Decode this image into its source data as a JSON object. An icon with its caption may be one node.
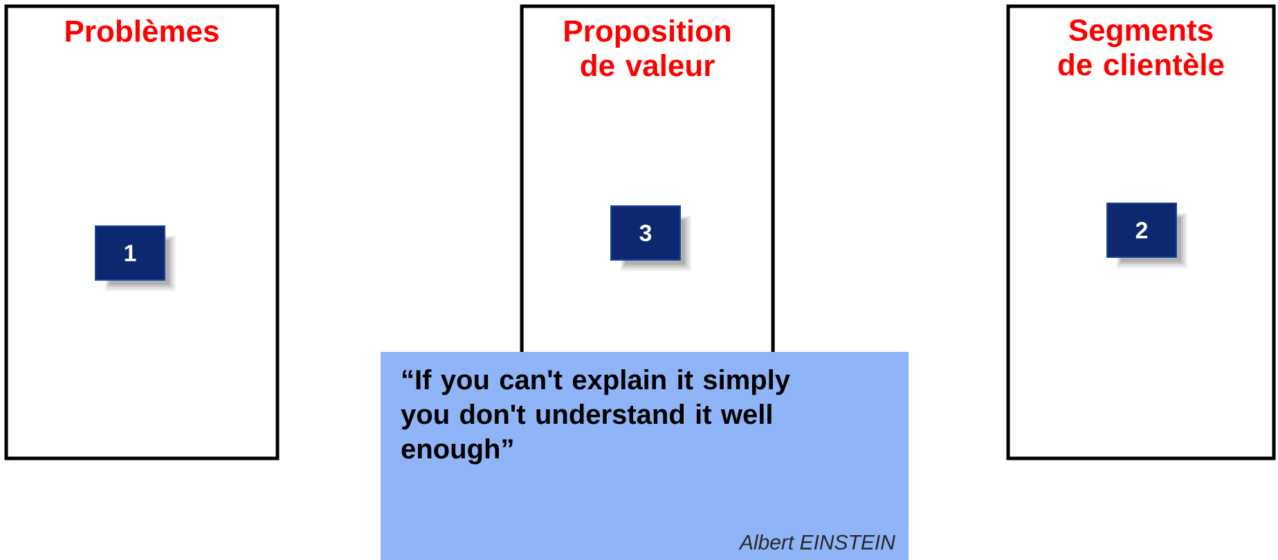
{
  "diagram": {
    "nodes": [
      {
        "text": [
          "Problèmes"
        ]
      },
      {
        "text": [
          "1"
        ],
        "in": 0
      },
      {
        "text": [
          "Proposition de valeur"
        ]
      },
      {
        "text": [
          "3"
        ],
        "in": 2
      },
      {
        "text": [
          "Segments de clientèle"
        ]
      },
      {
        "text": [
          "2"
        ],
        "in": 4
      },
      {
        "text": [
          "“If you can't explain it simply you don't understand it well enough”",
          "Albert EINSTEIN"
        ]
      }
    ]
  }
}
